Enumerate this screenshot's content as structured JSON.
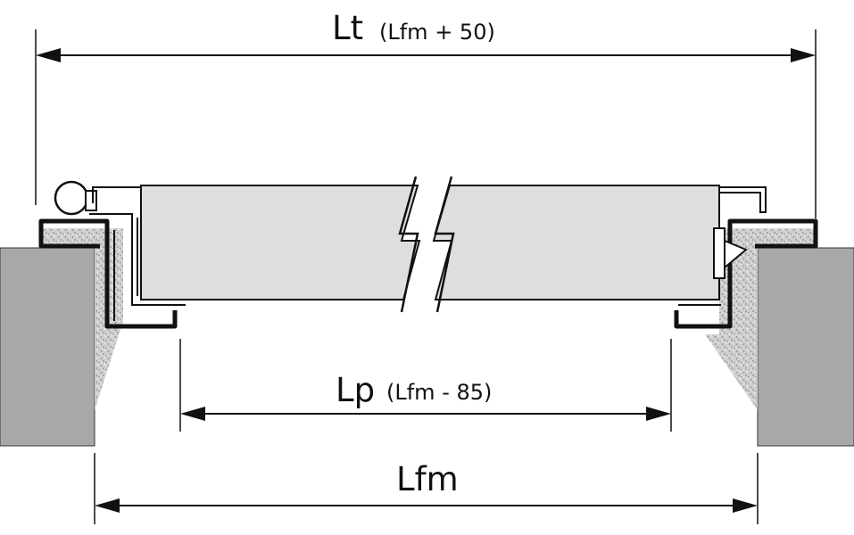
{
  "dimensions": {
    "lt": {
      "symbol": "Lt",
      "formula": "(Lfm + 50)"
    },
    "lp": {
      "symbol": "Lp",
      "formula": "(Lfm - 85)"
    },
    "lfm": {
      "symbol": "Lfm"
    }
  },
  "colors": {
    "wall": "#a8a8a8",
    "panel": "#dedede",
    "concrete": "#c9c9c9",
    "line": "#111111"
  }
}
